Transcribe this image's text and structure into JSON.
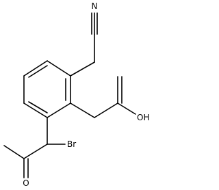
{
  "structure": {
    "atoms": {
      "nitrile_n": "N",
      "hydroxyl": "OH",
      "bromine": "Br",
      "carbonyl_o": "O"
    }
  },
  "colors": {
    "bond": "#000000",
    "label": "#000000",
    "background": "#ffffff"
  }
}
